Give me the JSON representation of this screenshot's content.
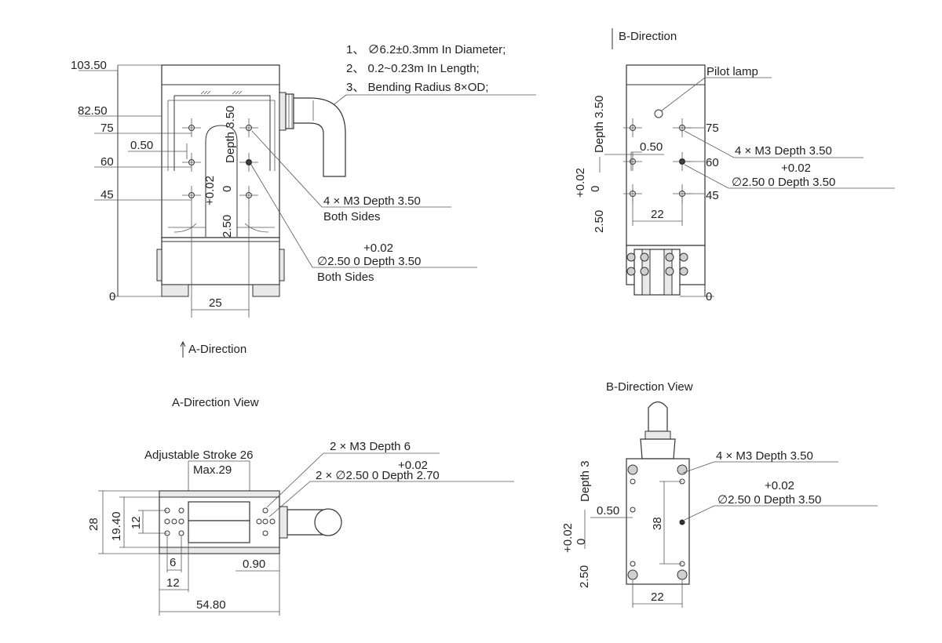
{
  "notes": [
    "1、 ∅6.2±0.3mm In Diameter;",
    "2、 0.2~0.23m In Length;",
    "3、 Bending Radius 8×OD;"
  ],
  "front": {
    "dims_left": [
      "103.50",
      "82.50",
      "75",
      "60",
      "45",
      "0"
    ],
    "dim_050": "0.50",
    "depth_350": "Depth 3.50",
    "tol_plus": "+0.02",
    "tol_zero": "0",
    "dim_250": "2.50",
    "dim_25": "25",
    "callout1_line1": "4 × M3 Depth 3.50",
    "callout1_line2": "Both Sides",
    "callout2_tol": "+0.02",
    "callout2_main": "∅2.50   0      Depth 3.50",
    "callout2_line2": "Both Sides",
    "arrow_label": "A-Direction"
  },
  "side": {
    "title": "B-Direction",
    "pilot_lamp": "Pilot lamp",
    "depth_350": "Depth 3.50",
    "tol_plus": "+0.02",
    "tol_zero": "0",
    "dim_250": "2.50",
    "dim_050": "0.50",
    "dim_22": "22",
    "dims_right": [
      "75",
      "60",
      "45",
      "0"
    ],
    "callout1": "4 × M3 Depth 3.50",
    "callout2_tol": "+0.02",
    "callout2_main": "∅2.50   0      Depth 3.50"
  },
  "a_view": {
    "title": "A-Direction View",
    "stroke_label": "Adjustable Stroke 26",
    "max_label": "Max.29",
    "callout1": "2 × M3 Depth 6",
    "callout2_tol": "+0.02",
    "callout2_main": "2 ×    ∅2.50   0      Depth 2.70",
    "dim_28": "28",
    "dim_1940": "19.40",
    "dim_12v": "12",
    "dim_6": "6",
    "dim_090": "0.90",
    "dim_12h": "12",
    "dim_5480": "54.80"
  },
  "b_view": {
    "title": "B-Direction View",
    "callout1": "4 × M3 Depth 3.50",
    "callout2_tol": "+0.02",
    "callout2_main": "∅2.50   0      Depth 3.50",
    "depth_3": "Depth 3",
    "dim_050": "0.50",
    "dim_38": "38",
    "tol_plus": "+0.02",
    "tol_zero": "0",
    "dim_250": "2.50",
    "dim_22": "22"
  }
}
